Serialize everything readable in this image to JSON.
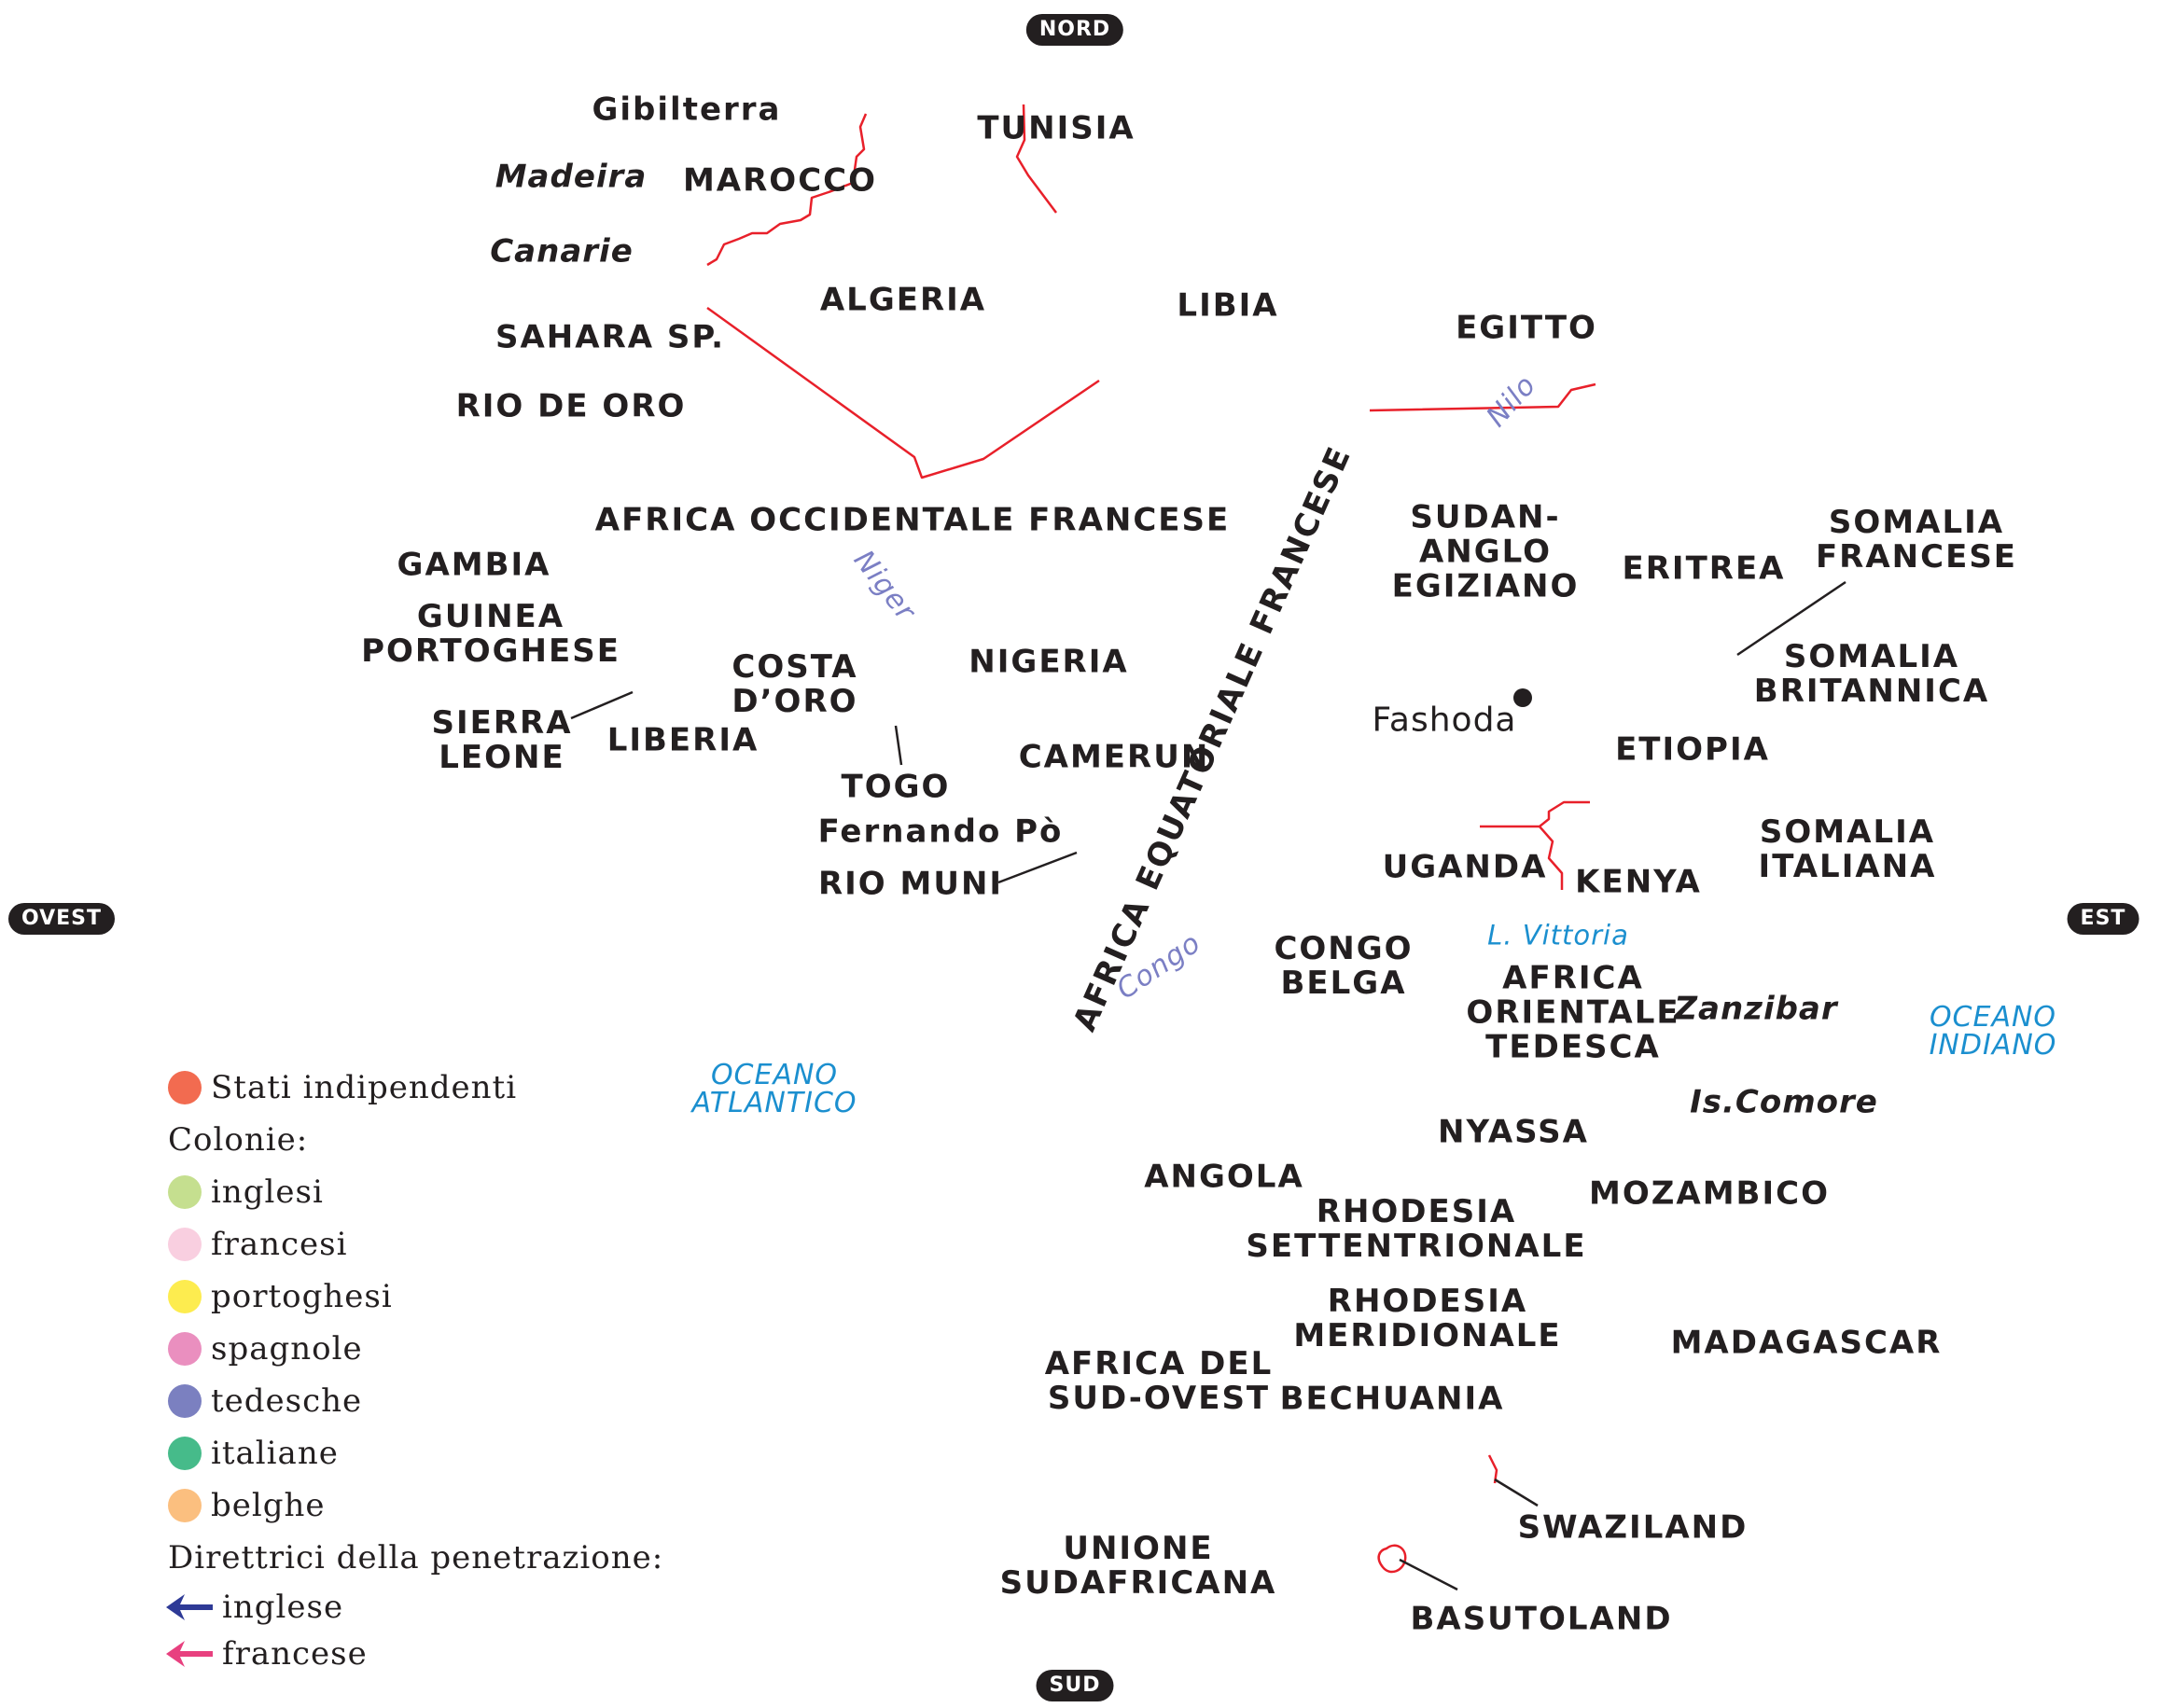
{
  "compass": {
    "north": "NORD",
    "south": "SUD",
    "west": "OVEST",
    "east": "EST"
  },
  "places": {
    "gibilterra": "Gibilterra",
    "madeira": "Madeira",
    "marocco": "MAROCCO",
    "canarie": "Canarie",
    "tunisia": "TUNISIA",
    "algeria": "ALGERIA",
    "libia": "LIBIA",
    "sahara_sp": "SAHARA SP.",
    "rio_de_oro": "RIO DE ORO",
    "egitto": "EGITTO",
    "africa_occidentale_francese": "AFRICA OCCIDENTALE FRANCESE",
    "gambia": "GAMBIA",
    "guinea_portoghese": "GUINEA\nPORTOGHESE",
    "sierra_leone": "SIERRA\nLEONE",
    "liberia": "LIBERIA",
    "costa_d_oro": "COSTA\nD’ORO",
    "togo": "TOGO",
    "nigeria": "NIGERIA",
    "camerun": "CAMERUN",
    "fernando_po": "Fernando Pò",
    "rio_muni": "RIO MUNI",
    "africa_equatoriale_francese": "AFRICA EQUATORIALE FRANCESE",
    "sudan": "SUDAN-\nANGLO\nEGIZIANO",
    "eritrea": "ERITREA",
    "somalia_francese": "SOMALIA\nFRANCESE",
    "somalia_britannica": "SOMALIA\nBRITANNICA",
    "fashoda": "Fashoda",
    "etiopia": "ETIOPIA",
    "uganda": "UGANDA",
    "kenya": "KENYA",
    "somalia_italiana": "SOMALIA\nITALIANA",
    "congo_belga": "CONGO\nBELGA",
    "africa_orientale_tedesca": "AFRICA\nORIENTALE\nTEDESCA",
    "zanzibar": "Zanzibar",
    "is_comore": "Is.Comore",
    "nyassa": "NYASSA",
    "angola": "ANGOLA",
    "mozambico": "MOZAMBICO",
    "rhodesia_settentrionale": "RHODESIA\nSETTENTRIONALE",
    "rhodesia_meridionale": "RHODESIA\nMERIDIONALE",
    "madagascar": "MADAGASCAR",
    "africa_del_sud_ovest": "AFRICA DEL\nSUD-OVEST",
    "bechuania": "BECHUANIA",
    "swaziland": "SWAZILAND",
    "unione_sudafricana": "UNIONE\nSUDAFRICANA",
    "basutoland": "BASUTOLAND"
  },
  "water": {
    "nilo": "Nilo",
    "niger": "Niger",
    "congo": "Congo",
    "l_vittoria": "L. Vittoria",
    "oceano_atlantico": "OCEANO\nATLANTICO",
    "oceano_indiano": "OCEANO\nINDIANO"
  },
  "colors": {
    "border": "#e8202a",
    "leader": "#231f20",
    "sea": "#1b8fcf",
    "river": "#7b7fc4"
  },
  "legend": {
    "items": [
      {
        "label": "Stati indipendenti",
        "color": "#f26b50"
      }
    ],
    "colonie_heading": "Colonie:",
    "colonie": [
      {
        "label": "inglesi",
        "color": "#c5df8f"
      },
      {
        "label": "francesi",
        "color": "#f9cfe0"
      },
      {
        "label": "portoghesi",
        "color": "#fdec4f"
      },
      {
        "label": "spagnole",
        "color": "#ea8fbf"
      },
      {
        "label": "tedesche",
        "color": "#7b80c0"
      },
      {
        "label": "italiane",
        "color": "#46bb8a"
      },
      {
        "label": "belghe",
        "color": "#fbbf7f"
      }
    ],
    "direttrici_heading": "Direttrici della penetrazione:",
    "direttrici": [
      {
        "label": "inglese",
        "color": "#2e3a96",
        "icon": "arrow-left-icon"
      },
      {
        "label": "francese",
        "color": "#e8407f",
        "icon": "arrow-left-icon"
      }
    ]
  }
}
